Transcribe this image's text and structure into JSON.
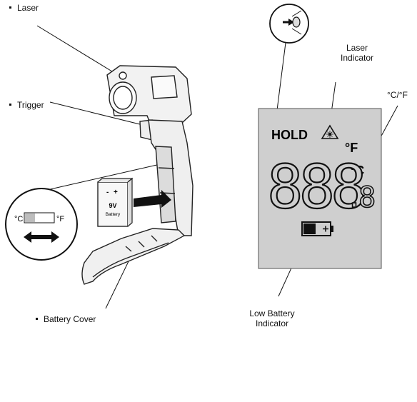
{
  "callouts": {
    "laser": "Laser",
    "trigger": "Trigger",
    "battery_cover": "Battery Cover",
    "laser_indicator_line1": "Laser",
    "laser_indicator_line2": "Indicator",
    "unit_switch": "°C/°F",
    "low_battery_line1": "Low Battery",
    "low_battery_line2": "Indicator"
  },
  "switch_inset": {
    "left_label": "°C",
    "right_label": "°F"
  },
  "battery": {
    "voltage": "9V",
    "name": "Battery",
    "minus": "-",
    "plus": "+"
  },
  "lcd": {
    "hold": "HOLD",
    "unit_f": "°F",
    "unit_c": "°C",
    "digits": "888",
    "decimal_digit": ".8",
    "background_color": "#cfcfcf"
  },
  "icons": [
    "laser-warning-icon",
    "battery-icon",
    "arrow-icon"
  ]
}
